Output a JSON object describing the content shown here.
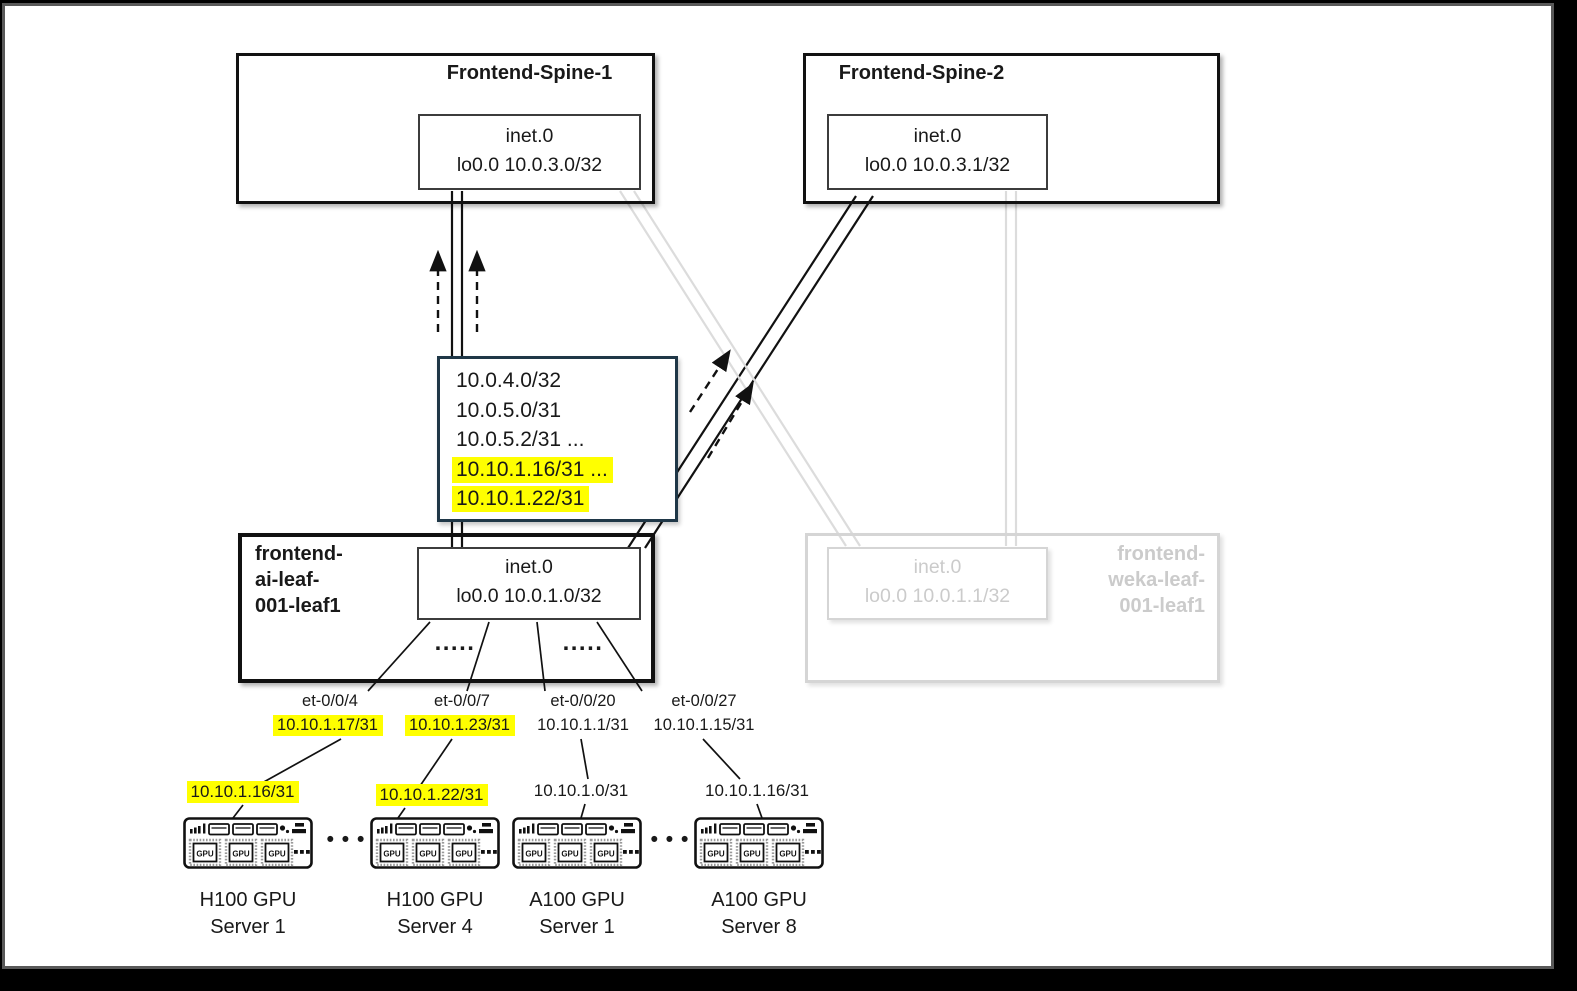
{
  "spines": [
    {
      "title": "Frontend-Spine-1",
      "table_name": "inet.0",
      "loopback": "lo0.0 10.0.3.0/32"
    },
    {
      "title": "Frontend-Spine-2",
      "table_name": "inet.0",
      "loopback": "lo0.0 10.0.3.1/32"
    }
  ],
  "advertised_routes": {
    "lines": [
      {
        "text": "10.0.4.0/32",
        "highlighted": false
      },
      {
        "text": "10.0.5.0/31",
        "highlighted": false
      },
      {
        "text": "10.0.5.2/31 ...",
        "highlighted": false
      },
      {
        "text": "10.10.1.16/31 ...",
        "highlighted": true
      },
      {
        "text": "10.10.1.22/31",
        "highlighted": true
      }
    ]
  },
  "ai_leaf": {
    "name_line1": "frontend-",
    "name_line2": "ai-leaf-",
    "name_line3": "001-leaf1",
    "table_name": "inet.0",
    "loopback": "lo0.0 10.0.1.0/32",
    "ellipsis": "....."
  },
  "weka_leaf": {
    "name_line1": "frontend-",
    "name_line2": "weka-leaf-",
    "name_line3": "001-leaf1",
    "table_name": "inet.0",
    "loopback": "lo0.0 10.0.1.1/32"
  },
  "interfaces": [
    {
      "port": "et-0/0/4",
      "ip": "10.10.1.17/31",
      "highlighted": true
    },
    {
      "port": "et-0/0/7",
      "ip": "10.10.1.23/31",
      "highlighted": true
    },
    {
      "port": "et-0/0/20",
      "ip": "10.10.1.1/31",
      "highlighted": false
    },
    {
      "port": "et-0/0/27",
      "ip": "10.10.1.15/31",
      "highlighted": false
    }
  ],
  "servers": [
    {
      "ip": "10.10.1.16/31",
      "ip_highlighted": true,
      "name_line1": "H100 GPU",
      "name_line2": "Server 1"
    },
    {
      "ip": "10.10.1.22/31",
      "ip_highlighted": true,
      "name_line1": "H100 GPU",
      "name_line2": "Server 4"
    },
    {
      "ip": "10.10.1.0/31",
      "ip_highlighted": false,
      "name_line1": "A100 GPU",
      "name_line2": "Server 1"
    },
    {
      "ip": "10.10.1.16/31",
      "ip_highlighted": false,
      "name_line1": "A100 GPU",
      "name_line2": "Server 8"
    }
  ],
  "icons": {
    "gpu_label": "GPU",
    "server_gap_dots": "• • •"
  },
  "colors": {
    "highlight": "#ffff00",
    "route_box_border": "#1f3747",
    "faded_gray": "#dcdcdc",
    "line_black": "#111111"
  }
}
